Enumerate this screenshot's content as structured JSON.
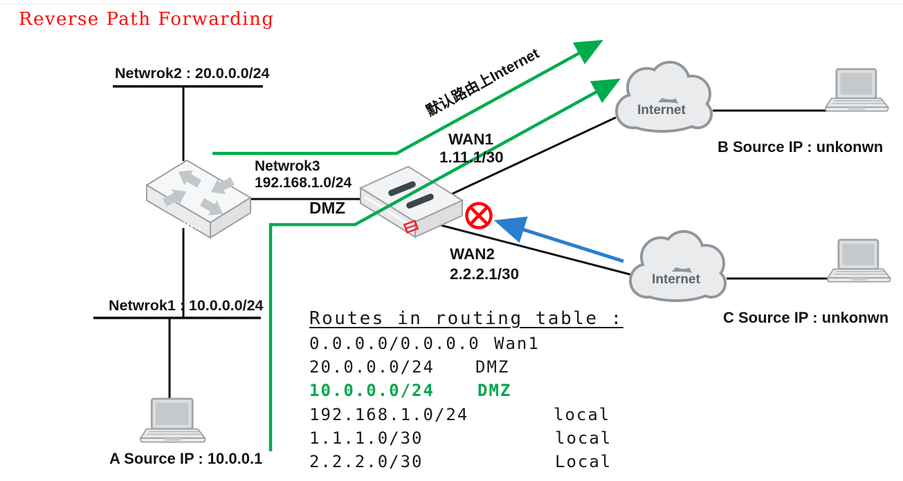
{
  "title": "Reverse Path Forwarding",
  "colors": {
    "accent_green": "#00ab4e",
    "accent_blue": "#2b7ed0",
    "accent_red": "#ff0000"
  },
  "labels": {
    "network2": "Netwrok2 : 20.0.0.0/24",
    "network1": "Netwrok1 : 10.0.0.0/24",
    "network3_name": "Netwrok3",
    "network3_cidr": "192.168.1.0/24",
    "dmz": "DMZ",
    "wan1_name": "WAN1",
    "wan1_ip": "1.11.1/30",
    "wan2_name": "WAN2",
    "wan2_ip": "2.2.2.1/30",
    "host_a": "A Source IP : 10.0.0.1",
    "host_b": "B Source IP : unkonwn",
    "host_c": "C Source IP : unkonwn",
    "cloud_top": "Internet",
    "cloud_bottom": "Internet",
    "default_route_annotation": "默认路由上Internet"
  },
  "routing_table": {
    "header": "Routes in routing table :",
    "rows": [
      {
        "route": "0.0.0.0/0.0.0.0",
        "interface": "Wan1",
        "highlight": false
      },
      {
        "route": "20.0.0.0/24",
        "interface": "DMZ",
        "highlight": false
      },
      {
        "route": "10.0.0.0/24",
        "interface": "DMZ",
        "highlight": true
      },
      {
        "route": "192.168.1.0/24",
        "interface": "local",
        "highlight": false
      },
      {
        "route": "1.1.1.0/30",
        "interface": "local",
        "highlight": false
      },
      {
        "route": "2.2.2.0/30",
        "interface": "Local",
        "highlight": false
      }
    ]
  }
}
